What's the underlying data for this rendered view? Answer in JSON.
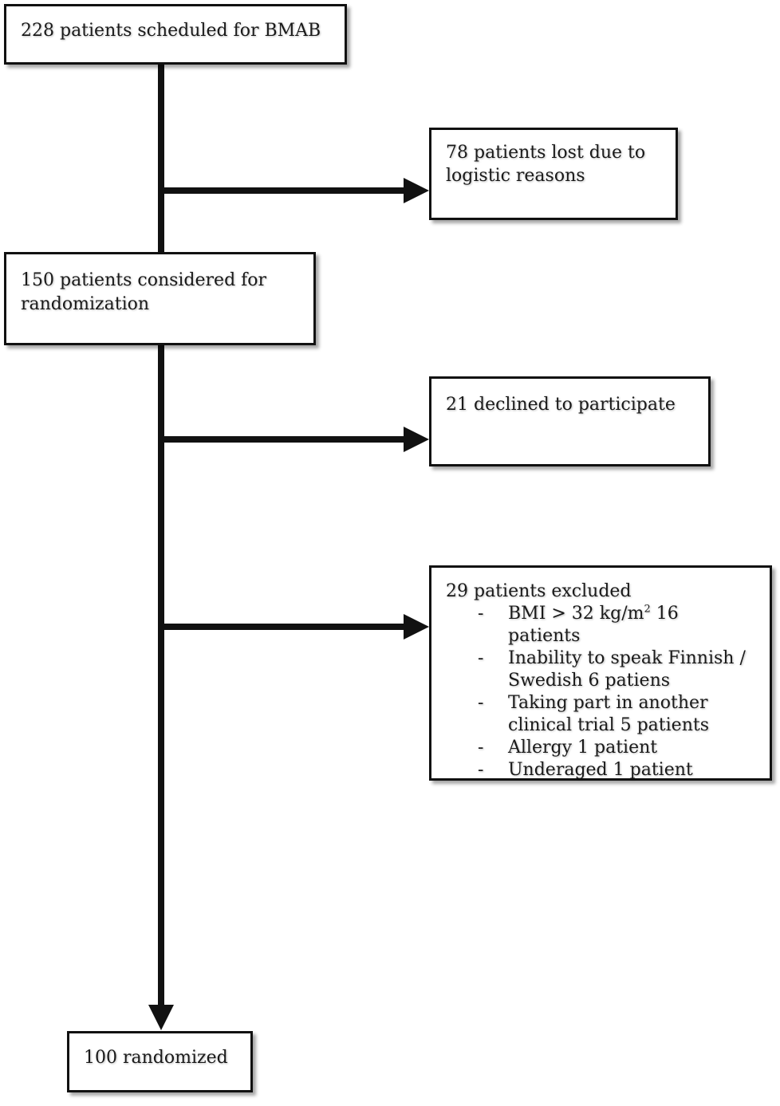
{
  "boxes": {
    "scheduled": "228 patients scheduled for BMAB",
    "lost": "78 patients lost due to logistic reasons",
    "considered": "150 patients considered for randomization",
    "declined": "21 declined to participate",
    "excluded": {
      "title": "29 patients excluded",
      "items": [
        {
          "marker": "-",
          "prefix": "BMI > 32 kg/m",
          "sup": "2",
          "suffix": " 16 patients"
        },
        {
          "marker": "-",
          "prefix": "Inability to speak Finnish / Swedish 6 patiens",
          "sup": "",
          "suffix": ""
        },
        {
          "marker": "-",
          "prefix": "Taking part in another clinical trial 5 patients",
          "sup": "",
          "suffix": ""
        },
        {
          "marker": "-",
          "prefix": "Allergy 1 patient",
          "sup": "",
          "suffix": ""
        },
        {
          "marker": "-",
          "prefix": "Underaged 1 patient",
          "sup": "",
          "suffix": ""
        }
      ]
    },
    "randomized": "100 randomized"
  },
  "colors": {
    "line": "#111111",
    "box_border": "#111111",
    "background": "#ffffff"
  }
}
